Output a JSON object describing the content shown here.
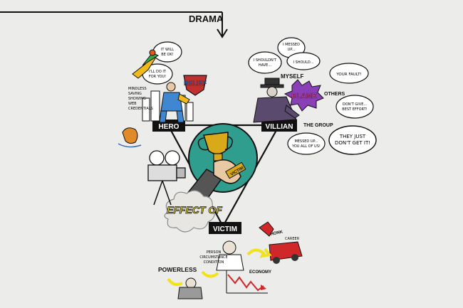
{
  "title": "DRAMA",
  "roles": {
    "hero": "HERO",
    "villian": "VILLIAN",
    "victim": "VICTIM"
  },
  "hero_side": {
    "bubble_1": [
      "IT WILL",
      "BE OK!"
    ],
    "bubble_2": [
      "I'LL DO IT",
      "FOR YOU!"
    ],
    "badge": "RELIEF",
    "notes": [
      "MINDLESS",
      "SAVING",
      "SHOWING",
      "WEB",
      "CREDENTIALS"
    ]
  },
  "villian_side": {
    "self_label": "MYSELF",
    "bubble_a": [
      "I MESSED",
      "UP..."
    ],
    "bubble_b": [
      "I SHOULDN'T",
      "HAVE..."
    ],
    "bubble_c": "I SHOULD...",
    "blame": "BLAME",
    "others_label": "OTHERS",
    "bubble_d": "YOUR FAULT!",
    "bubble_e": [
      "DON'T GIVE...",
      "BEST EFFORT!"
    ],
    "group_label": "THE GROUP",
    "bubble_f": [
      "MESSED UP...",
      "YOU ALL OF US!"
    ],
    "bubble_g": [
      "THEY JUST",
      "DON'T GET IT!"
    ]
  },
  "center": {
    "trophy_tag": "VICTIM",
    "effect_of": "EFFECT OF"
  },
  "victim_side": {
    "powerless": "POWERLESS",
    "conditions": [
      "PERSON",
      "CIRCUMSTANCE",
      "CONDITION"
    ],
    "economy": "ECONOMY",
    "honk": "HONK",
    "career": "CAREER"
  },
  "colors": {
    "background": "#ececea",
    "ink": "#111111",
    "trophy_circle": "#2f9e8f",
    "trophy_gold": "#d9a91a",
    "yellow": "#f2e21a",
    "blame_purple": "#8a3fb7",
    "econ_red": "#d0282a"
  }
}
